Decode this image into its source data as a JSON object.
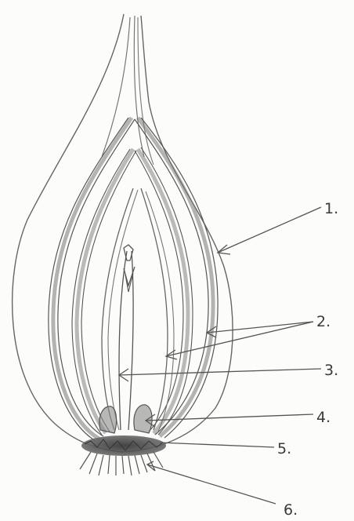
{
  "labels": [
    {
      "id": "1",
      "text": "1."
    },
    {
      "id": "2",
      "text": "2."
    },
    {
      "id": "3",
      "text": "3."
    },
    {
      "id": "4",
      "text": "4."
    },
    {
      "id": "5",
      "text": "5."
    },
    {
      "id": "6",
      "text": "6."
    }
  ],
  "colors": {
    "ink": "#555555",
    "background": "#fcfcfa"
  }
}
